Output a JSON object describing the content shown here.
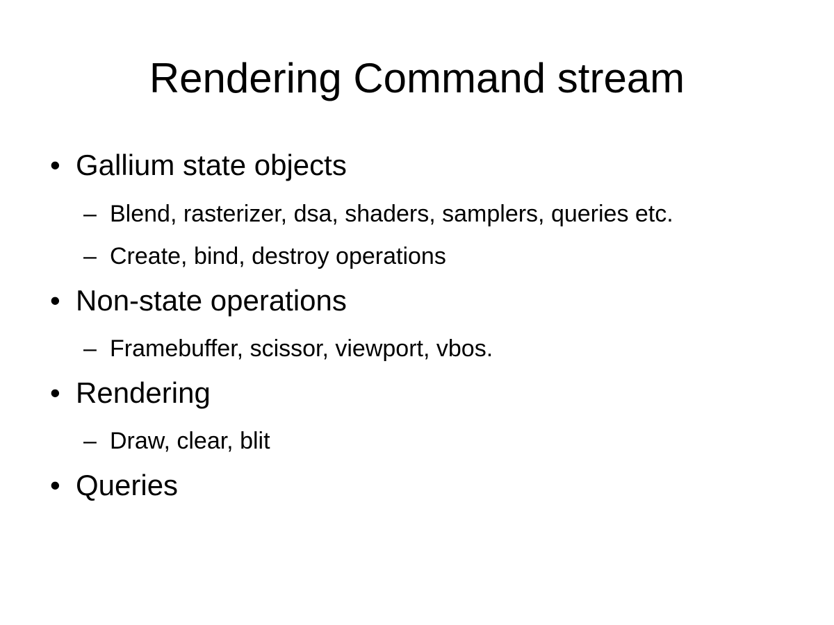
{
  "slide": {
    "title": "Rendering Command stream",
    "bullet_glyph": "•",
    "sub_glyph": "–",
    "items": [
      {
        "text": "Gallium state objects",
        "subitems": [
          "Blend, rasterizer, dsa, shaders, samplers, queries etc.",
          "Create, bind, destroy operations"
        ]
      },
      {
        "text": "Non-state operations",
        "subitems": [
          "Framebuffer, scissor, viewport, vbos."
        ]
      },
      {
        "text": "Rendering",
        "subitems": [
          "Draw, clear, blit"
        ]
      },
      {
        "text": "Queries",
        "subitems": []
      }
    ]
  }
}
